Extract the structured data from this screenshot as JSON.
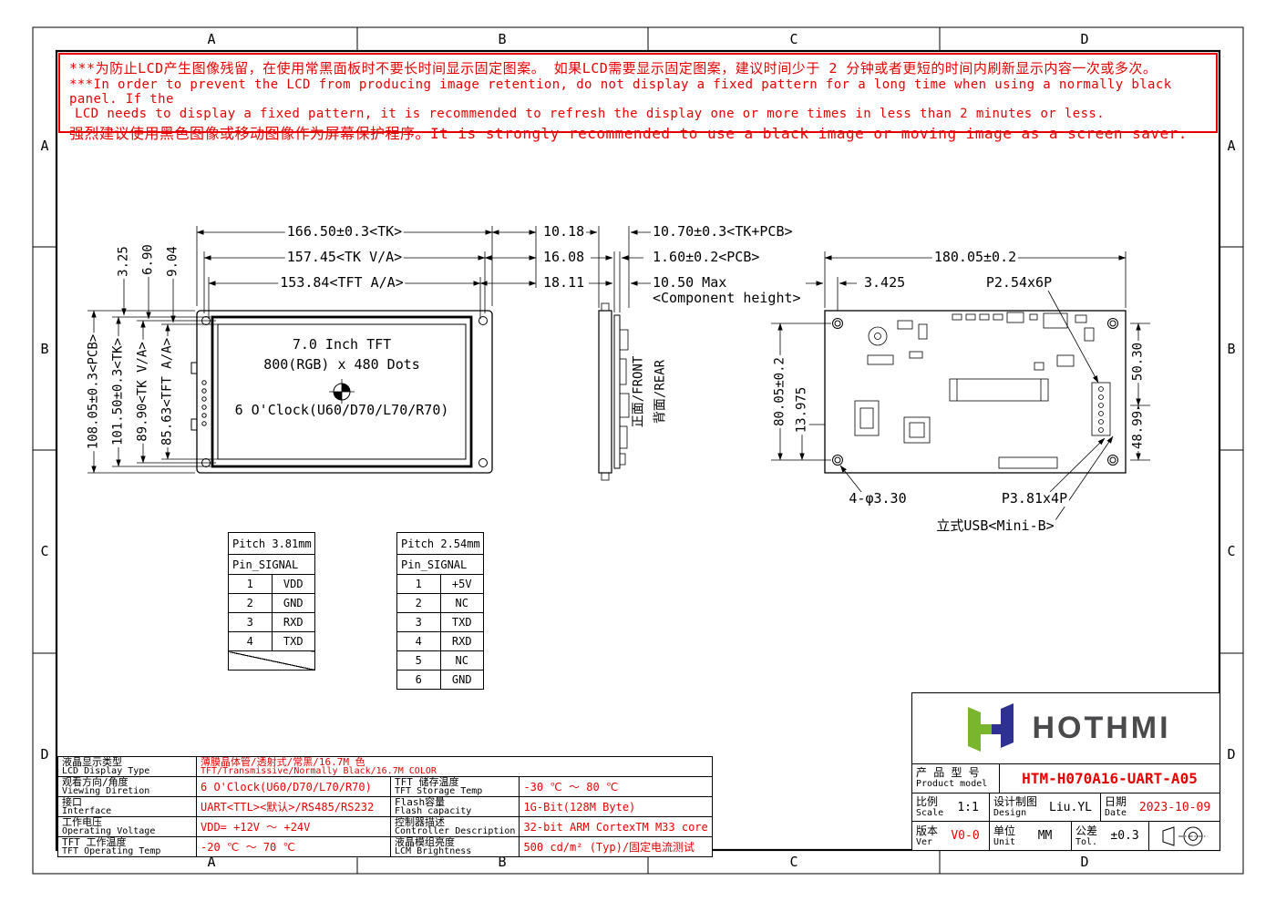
{
  "colors": {
    "accent_red": "#e60000",
    "line_black": "#000000",
    "logo_green": "#7ab62d",
    "logo_navy": "#2e3192",
    "logo_text": "#4a4a4c"
  },
  "grid_letters": [
    "A",
    "B",
    "C",
    "D"
  ],
  "warning": {
    "line1": "***为防止LCD产生图像残留，在使用常黑面板时不要长时间显示固定图案。 如果LCD需要显示固定图案，建议时间少于 2 分钟或者更短的时间内刷新显示内容一次或多次。",
    "line2": "***In order to prevent the LCD from producing image retention, do not display a fixed pattern for a long time when using a normally black panel. If the",
    "line3": "LCD needs to display a fixed pattern, it is recommended to refresh the display one or more times in less than 2 minutes or less.",
    "line4": "强烈建议使用黑色图像或移动图像作为屏幕保护程序。It is strongly recommended to use a black image or moving image as a screen saver."
  },
  "front_view": {
    "dim_tk": "166.50±0.3<TK>",
    "dim_tkva": "157.45<TK V/A>",
    "dim_tftaa": "153.84<TFT A/A>",
    "dim_right_1": "10.18",
    "dim_right_2": "16.08",
    "dim_right_3": "18.11",
    "dim_small_1": "3.25",
    "dim_small_2": "6.90",
    "dim_small_3": "9.04",
    "dim_left_pcb": "108.05±0.3<PCB>",
    "dim_left_tk": "101.50±0.3<TK>",
    "dim_left_tkva": "89.90<TK V/A>",
    "dim_left_tftaa": "85.63<TFT A/A>",
    "screen_line1": "7.0 Inch TFT",
    "screen_line2": "800(RGB) x 480 Dots",
    "screen_line3": "6 O'Clock(U60/D70/L70/R70)"
  },
  "side_view": {
    "dim_total": "10.70±0.3<TK+PCB>",
    "dim_pcb": "1.60±0.2<PCB>",
    "dim_comp_1": "10.50 Max",
    "dim_comp_2": "<Component height>",
    "label_front": "正面/FRONT",
    "label_rear": "背面/REAR"
  },
  "rear_view": {
    "dim_width": "180.05±0.2",
    "dim_offset": "3.425",
    "conn_top": "P2.54x6P",
    "dim_right_top": "50.30",
    "dim_right_bottom": "48.99",
    "dim_left": "80.05±0.2",
    "dim_left_small": "13.975",
    "holes": "4-φ3.30",
    "conn_bottom": "P3.81x4P",
    "usb": "立式USB<Mini-B>"
  },
  "pin_table_381": {
    "title": "Pitch 3.81mm",
    "header": "Pin_SIGNAL",
    "rows": [
      [
        "1",
        "VDD"
      ],
      [
        "2",
        "GND"
      ],
      [
        "3",
        "RXD"
      ],
      [
        "4",
        "TXD"
      ]
    ]
  },
  "pin_table_254": {
    "title": "Pitch 2.54mm",
    "header": "Pin_SIGNAL",
    "rows": [
      [
        "1",
        "+5V"
      ],
      [
        "2",
        "NC"
      ],
      [
        "3",
        "TXD"
      ],
      [
        "4",
        "RXD"
      ],
      [
        "5",
        "NC"
      ],
      [
        "6",
        "GND"
      ]
    ]
  },
  "spec_table": {
    "rows": [
      {
        "label_zh": "液晶显示类型",
        "label_en": "LCD Display Type",
        "value_zh": "薄膜晶体管/透射式/常黑/16.7M 色",
        "value_en": "TFT/Transmissive/Normally Black/16.7M COLOR"
      },
      {
        "label_zh": "观看方向/角度",
        "label_en": "Viewing Diretion",
        "value": "6 O'Clock(U60/D70/L70/R70)",
        "label2_zh": "TFT 储存温度",
        "label2_en": "TFT Storage Temp",
        "value2": "-30 ℃ ～ 80 ℃"
      },
      {
        "label_zh": "接口",
        "label_en": "Interface",
        "value": "UART<TTL><默认>/RS485/RS232",
        "label2_zh": "Flash容量",
        "label2_en": "Flash capacity",
        "value2": "1G-Bit(128M Byte)"
      },
      {
        "label_zh": "工作电压",
        "label_en": "Operating Voltage",
        "value": "VDD= +12V ～ +24V",
        "label2_zh": "控制器描述",
        "label2_en": "Controller Description",
        "value2": "32-bit ARM CortexTM M33 core"
      },
      {
        "label_zh": "TFT 工作温度",
        "label_en": "TFT Operating Temp",
        "value": "-20 ℃ ～ 70 ℃",
        "label2_zh": "液晶模组亮度",
        "label2_en": "LCM Brightness",
        "value2": "500 cd/m² (Typ)/固定电流测试"
      }
    ]
  },
  "title_block": {
    "brand": "HOTHMI",
    "product_label_zh": "产 品 型 号",
    "product_label_en": "Product model",
    "model": "HTM-H070A16-UART-A05",
    "scale_zh": "比例",
    "scale_en": "Scale",
    "scale_value": "1:1",
    "design_zh": "设计制图",
    "design_en": "Design",
    "design_value": "Liu.YL",
    "date_zh": "日期",
    "date_en": "Date",
    "date_value": "2023-10-09",
    "ver_zh": "版本",
    "ver_en": "Ver",
    "ver_value": "V0-0",
    "unit_zh": "单位",
    "unit_en": "Unit",
    "unit_value": "MM",
    "tol_zh": "公差",
    "tol_en": "Tol.",
    "tol_value": "±0.3"
  }
}
